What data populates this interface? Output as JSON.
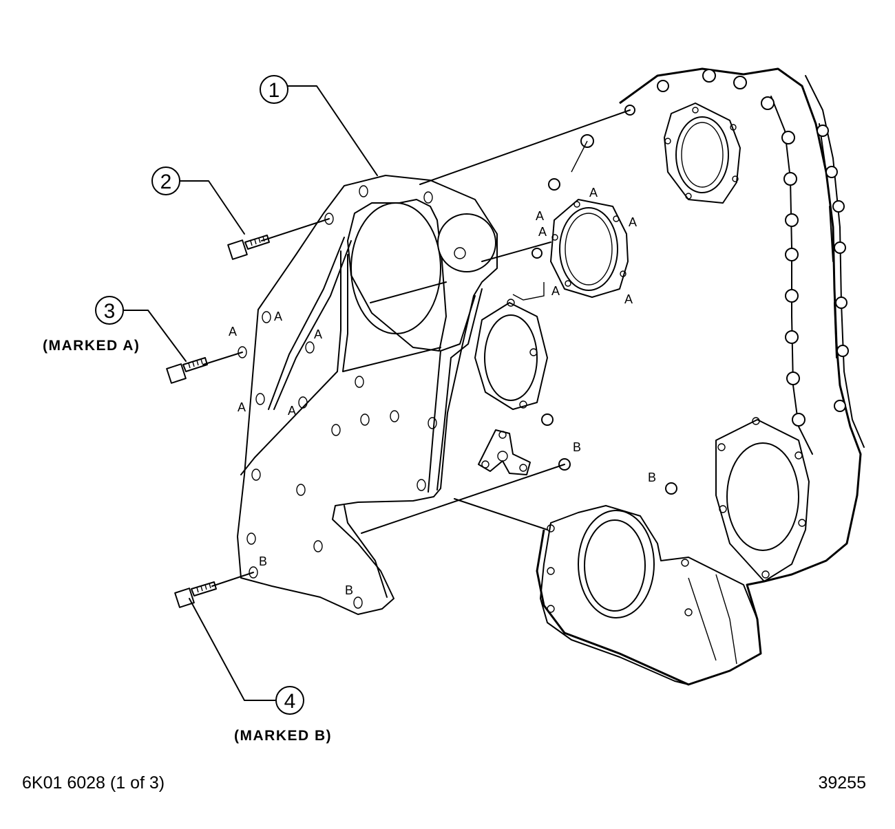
{
  "callouts": {
    "c1": "1",
    "c2": "2",
    "c3": "3",
    "c4": "4"
  },
  "notes": {
    "marked_a": "(MARKED A)",
    "marked_b": "(MARKED B)"
  },
  "hole_marks": {
    "a": "A",
    "b": "B"
  },
  "footer": {
    "figure_ref": "6K01 6028 (1 of 3)",
    "image_number": "39255"
  }
}
